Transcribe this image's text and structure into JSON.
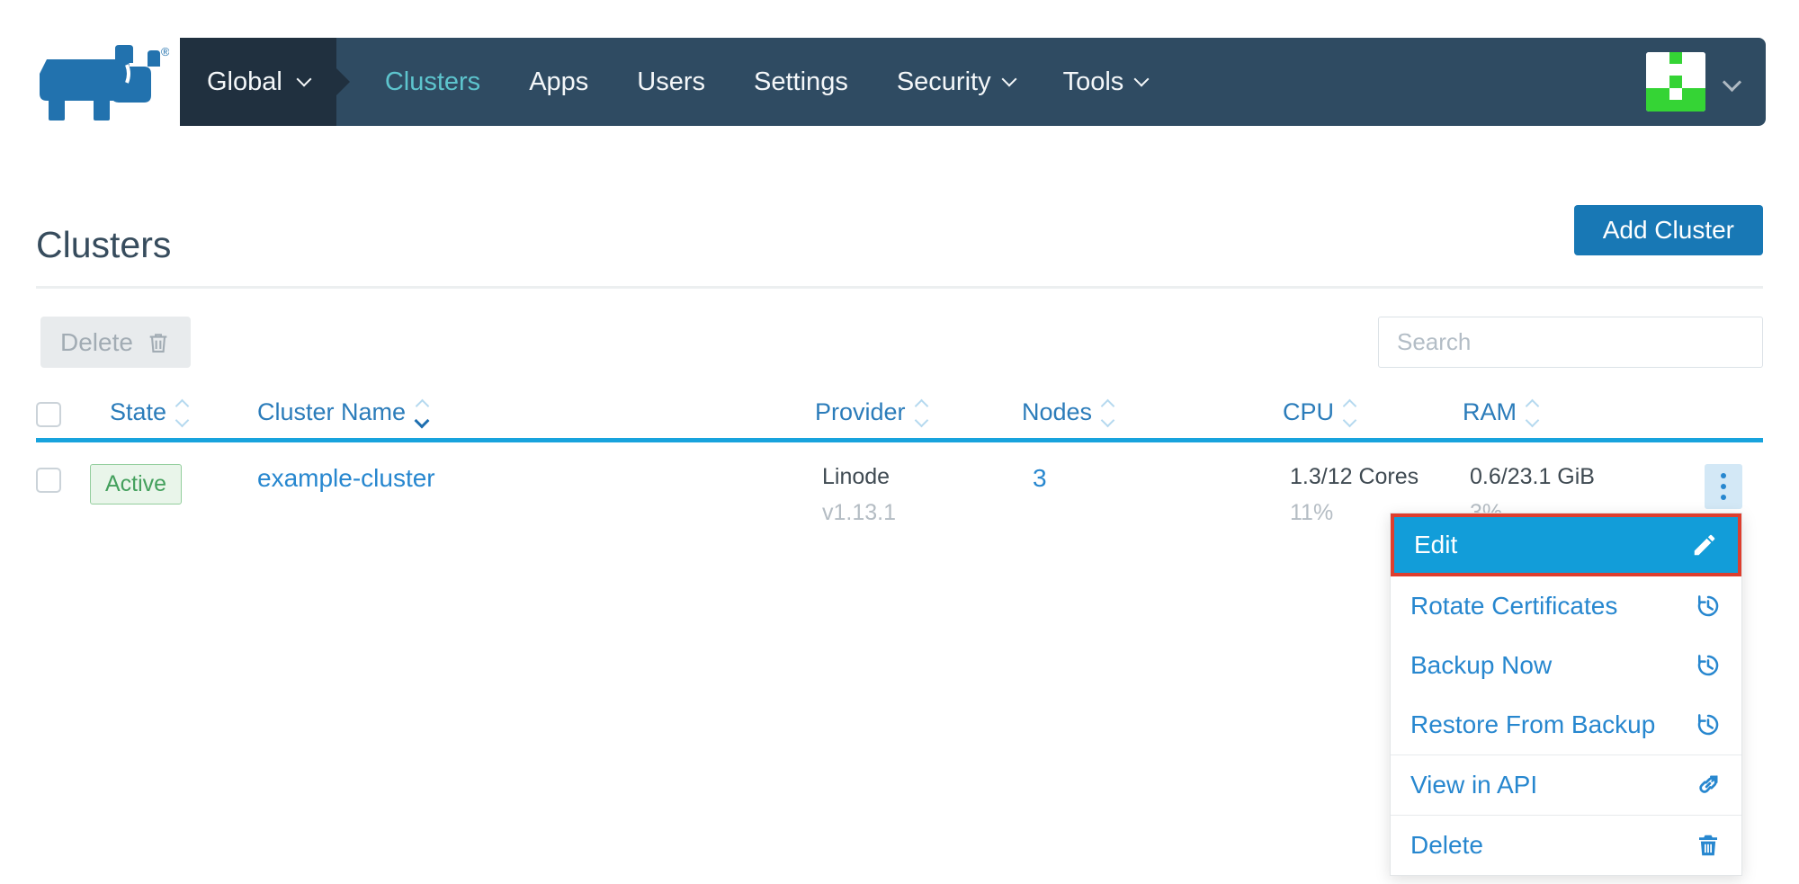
{
  "logo": {
    "registered_mark": "®"
  },
  "nav": {
    "environment": "Global",
    "items": [
      {
        "label": "Clusters",
        "active": true,
        "has_dropdown": false
      },
      {
        "label": "Apps",
        "active": false,
        "has_dropdown": false
      },
      {
        "label": "Users",
        "active": false,
        "has_dropdown": false
      },
      {
        "label": "Settings",
        "active": false,
        "has_dropdown": false
      },
      {
        "label": "Security",
        "active": false,
        "has_dropdown": true
      },
      {
        "label": "Tools",
        "active": false,
        "has_dropdown": true
      }
    ]
  },
  "avatar": {
    "color": "#35d435",
    "pattern": [
      "..X..",
      ".....",
      "..X..",
      "XX.XX",
      "XXXXX"
    ]
  },
  "page": {
    "title": "Clusters",
    "add_button_label": "Add Cluster"
  },
  "toolbar": {
    "delete_label": "Delete",
    "delete_disabled": true,
    "search_placeholder": "Search",
    "search_value": ""
  },
  "table": {
    "columns": [
      {
        "label": "State",
        "sortable": true,
        "sort": null
      },
      {
        "label": "Cluster Name",
        "sortable": true,
        "sort": "desc"
      },
      {
        "label": "Provider",
        "sortable": true,
        "sort": null
      },
      {
        "label": "Nodes",
        "sortable": true,
        "sort": null
      },
      {
        "label": "CPU",
        "sortable": true,
        "sort": null
      },
      {
        "label": "RAM",
        "sortable": true,
        "sort": null
      }
    ],
    "rows": [
      {
        "state": "Active",
        "name": "example-cluster",
        "provider": "Linode",
        "provider_version": "v1.13.1",
        "nodes": "3",
        "cpu": "1.3/12 Cores",
        "cpu_percent": "11%",
        "ram": "0.6/23.1 GiB",
        "ram_percent": "3%"
      }
    ]
  },
  "menu": {
    "items": [
      {
        "label": "Edit",
        "icon": "edit-icon",
        "highlighted": true,
        "annotated": true
      },
      {
        "label": "Rotate Certificates",
        "icon": "history-icon"
      },
      {
        "label": "Backup Now",
        "icon": "history-icon"
      },
      {
        "label": "Restore From Backup",
        "icon": "history-icon"
      },
      {
        "label": "View in API",
        "icon": "external-link-icon",
        "divider_before": true
      },
      {
        "label": "Delete",
        "icon": "trash-icon",
        "divider_before": true
      }
    ]
  },
  "colors": {
    "navbar": "#2f4b62",
    "navbar_dark": "#20303f",
    "nav_active_teal": "#5dc4cd",
    "primary_button_blue": "#1878b5",
    "link_blue": "#2787cf",
    "table_header_blue": "#2b7cba",
    "table_rule_blue": "#18a3dd",
    "badge_green_text": "#44a05d",
    "badge_green_bg": "#e9f5ea",
    "menu_highlight_blue": "#129dd9",
    "annotation_red": "#de3e2e",
    "logo_blue": "#2272ae",
    "identicon_green": "#35d435"
  }
}
